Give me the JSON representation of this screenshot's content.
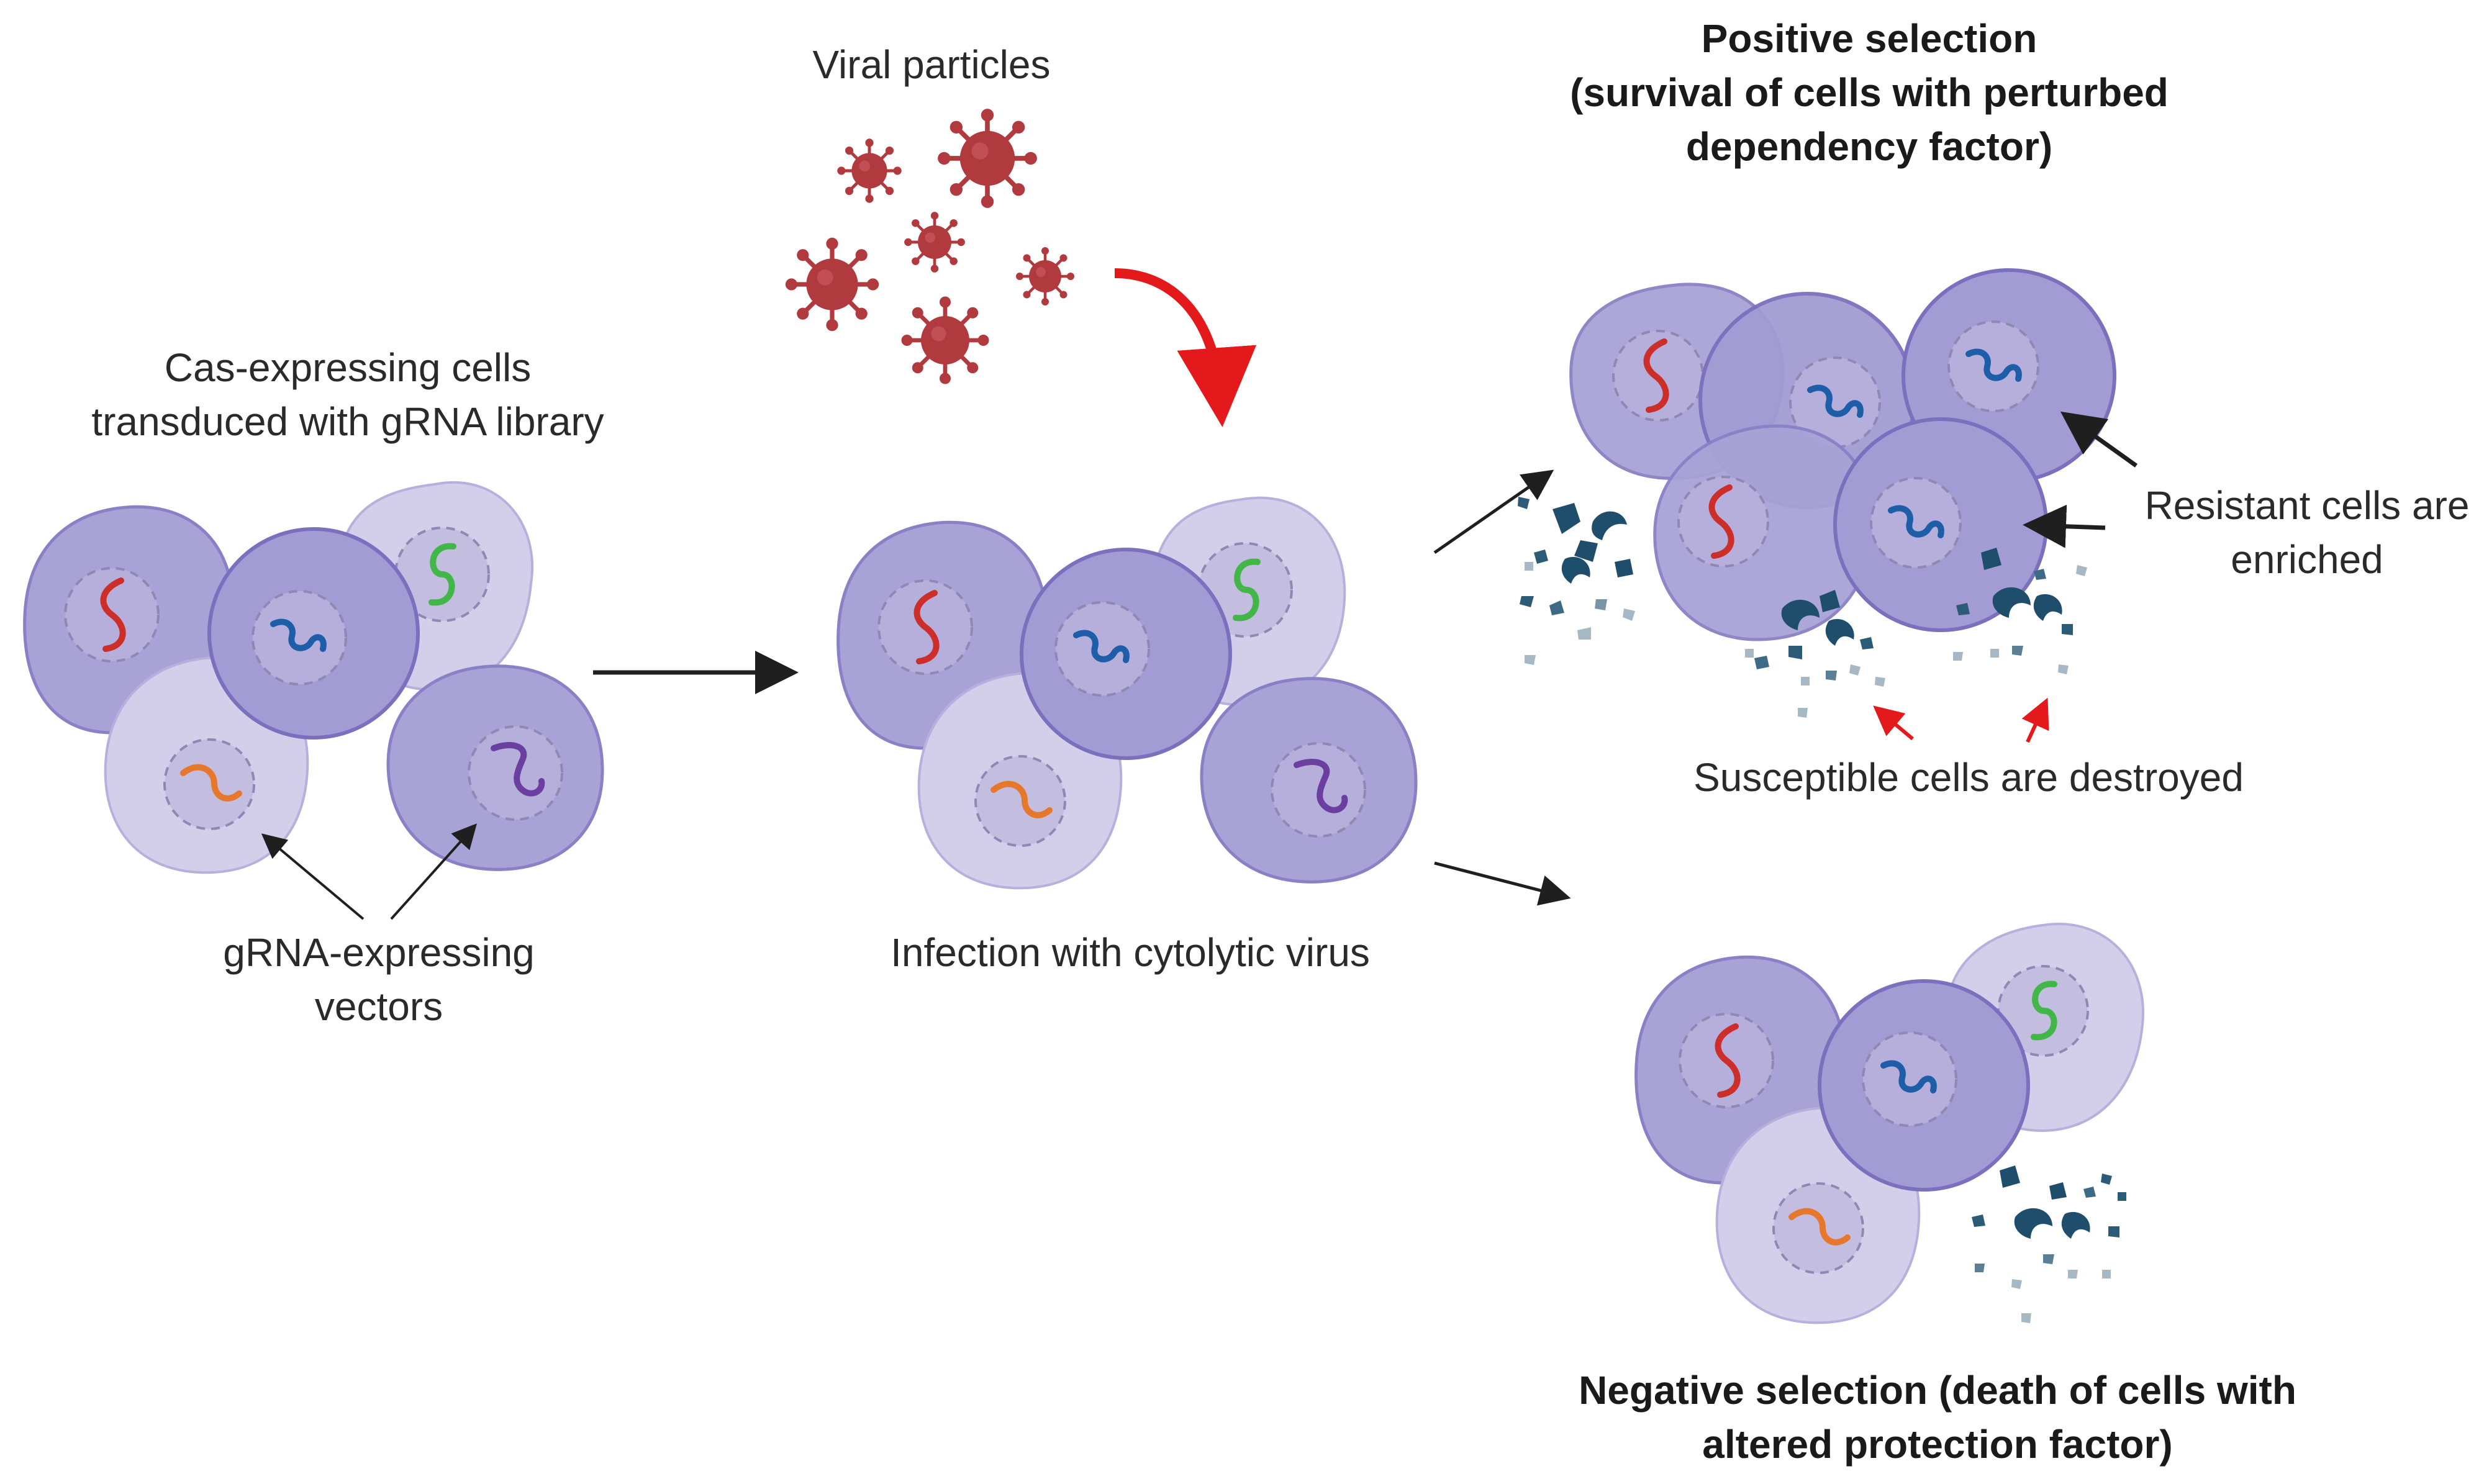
{
  "labels": {
    "viral_particles": "Viral particles",
    "cas_cells_line1": "Cas-expressing cells",
    "cas_cells_line2": "transduced with gRNA library",
    "vectors_line1": "gRNA-expressing",
    "vectors_line2": "vectors",
    "infection": "Infection with cytolytic virus",
    "positive_line1": "Positive selection",
    "positive_line2": "(survival of cells with perturbed",
    "positive_line3": "dependency factor)",
    "resistant_line1": "Resistant cells are",
    "resistant_line2": "enriched",
    "susceptible": "Susceptible cells are destroyed",
    "negative_line1": "Negative selection (death of cells with",
    "negative_line2": "altered protection factor)"
  },
  "colors": {
    "cell_fill": "#a9a2d6",
    "cell_fill_light": "#d3cfeb",
    "cell_stroke": "#7a70bd",
    "nucleus_stroke": "#8f88b5",
    "virus": "#b13a3f",
    "debris_dark": "#1e4e6b",
    "debris_light": "#a6b8c4",
    "arrow_black": "#1f1f1f",
    "arrow_red": "#e3191b",
    "grna_red": "#cc2f2a",
    "grna_blue": "#1e5ea8",
    "grna_green": "#43b649",
    "grna_orange": "#e5782d",
    "grna_purple": "#6b3fa0"
  }
}
